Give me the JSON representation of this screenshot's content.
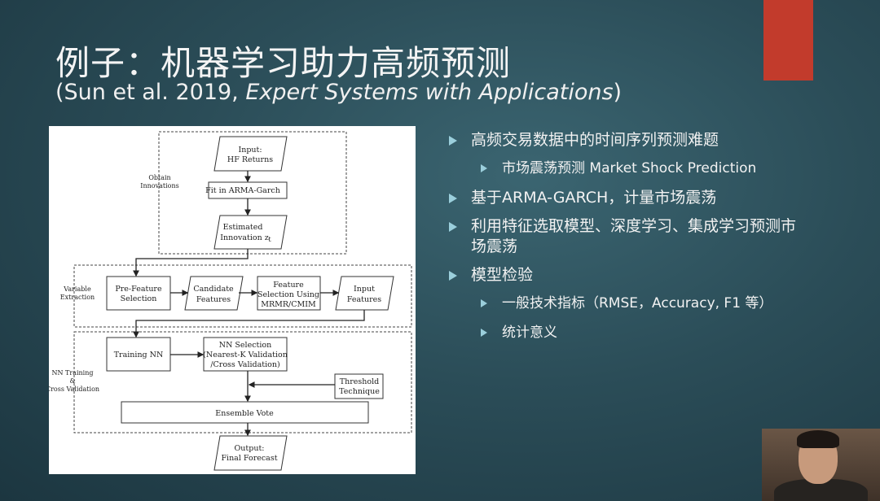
{
  "slide": {
    "title": "例子：机器学习助力高频预测",
    "subtitle_prefix": "(Sun et al. 2019, ",
    "subtitle_journal": "Expert Systems with Applications",
    "subtitle_suffix": ")",
    "accent_color": "#c23b2c"
  },
  "diagram": {
    "groups": {
      "obtain_1": "Obtain",
      "obtain_2": "Innovations",
      "variable_1": "Variable",
      "variable_2": "Extraction",
      "nn_1": "NN Training",
      "nn_2": "&",
      "nn_3": "Cross Validation"
    },
    "nodes": {
      "input_1": "Input:",
      "input_2": "HF Returns",
      "fit": "Fit in ARMA-Garch",
      "est_1": "Estimated",
      "est_2": "Innovation z",
      "est_sub": "t",
      "pre_1": "Pre-Feature",
      "pre_2": "Selection",
      "cand_1": "Candidate",
      "cand_2": "Features",
      "fs_1": "Feature",
      "fs_2": "Selection Using",
      "fs_3": "MRMR/CMIM",
      "if_1": "Input",
      "if_2": "Features",
      "train": "Training NN",
      "nns_1": "NN Selection",
      "nns_2": "(Nearest-K Validation",
      "nns_3": "/Cross Validation)",
      "thr_1": "Threshold",
      "thr_2": "Technique",
      "ens": "Ensemble Vote",
      "out_1": "Output:",
      "out_2": "Final Forecast"
    }
  },
  "bullets": [
    {
      "level": 1,
      "text": "高频交易数据中的时间序列预测难题"
    },
    {
      "level": 2,
      "text": "市场震荡预测 Market Shock Prediction"
    },
    {
      "level": 1,
      "text": "基于ARMA-GARCH，计量市场震荡"
    },
    {
      "level": 1,
      "text": "利用特征选取模型、深度学习、集成学习预测市场震荡"
    },
    {
      "level": 1,
      "text": "模型检验"
    },
    {
      "level": 2,
      "text": "一般技术指标（RMSE，Accuracy, F1 等）"
    },
    {
      "level": 2,
      "text": "统计意义"
    }
  ]
}
